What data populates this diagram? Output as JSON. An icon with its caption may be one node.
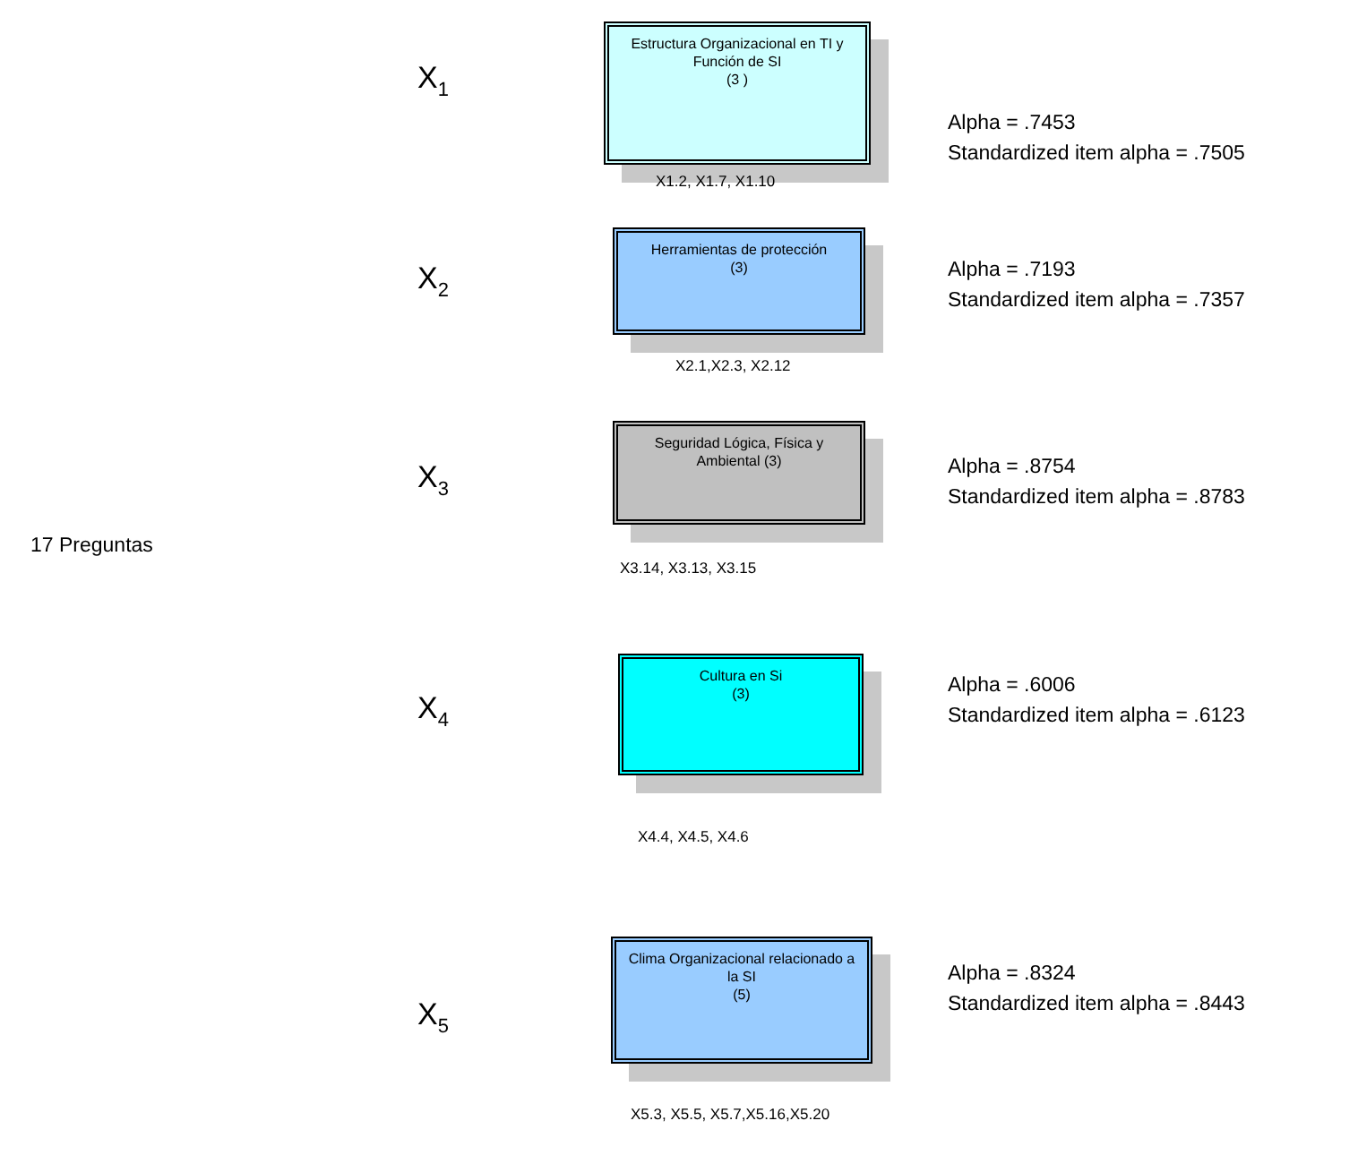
{
  "diagram": {
    "nodes": [
      {
        "text": [
          "Estructura Organizacional  en TI y Función de SI",
          "(3 )"
        ],
        "beside": [
          "X1.2, X1.7, X1.10",
          "Alpha = .7453",
          "Standardized item alpha = .7505"
        ]
      },
      {
        "text": [
          "Herramientas de protección",
          "(3)"
        ],
        "beside": [
          "X2.1,X2.3, X2.12",
          "Alpha = .7193",
          "Standardized item alpha = .7357"
        ]
      },
      {
        "text": [
          "Seguridad Lógica, Física y Ambiental  (3)"
        ],
        "beside": [
          "X3.14, X3.13, X3.15",
          "Alpha = .8754",
          "Standardized item alpha = .8783"
        ]
      },
      {
        "text": [
          "Cultura en Si",
          "(3)"
        ],
        "beside": [
          "X4.4, X4.5, X4.6",
          "Alpha = .6006",
          "Standardized item alpha = .6123"
        ]
      },
      {
        "text": [
          "Clima Organizacional relacionado a la SI",
          "(5)"
        ],
        "beside": [
          "X5.3, X5.5, X5.7,X5.16,X5.20",
          "Alpha = .8324",
          "Standardized item alpha = .8443"
        ]
      }
    ],
    "edges": [],
    "labels": [
      "X$_{1}$",
      "X$_{2}$",
      "X$_{3}$",
      "17 Preguntas",
      "X$_{4}$",
      "X$_{5}$"
    ]
  }
}
